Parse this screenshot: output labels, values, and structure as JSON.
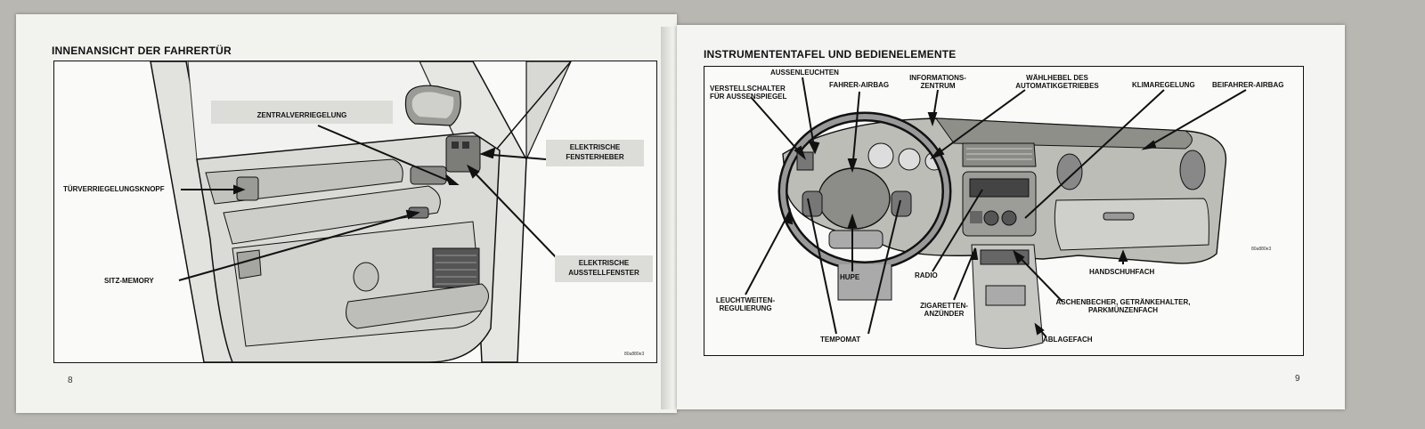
{
  "left_page": {
    "heading": "INNENANSICHT DER FAHRERTÜR",
    "labels": {
      "zentralverriegelung": "ZENTRALVERRIEGELUNG",
      "fensterheber_1": "ELEKTRISCHE",
      "fensterheber_2": "FENSTERHEBER",
      "tuerverriegelung": "TÜRVERRIEGELUNGSKNOPF",
      "ausstellfenster_1": "ELEKTRISCHE",
      "ausstellfenster_2": "AUSSTELLFENSTER",
      "sitz_memory": "SITZ-MEMORY"
    },
    "figure_code": "80a880e3",
    "page_number": "8"
  },
  "right_page": {
    "heading": "INSTRUMENTENTAFEL UND BEDIENELEMENTE",
    "labels": {
      "aussenleuchten": "AUSSENLEUCHTEN",
      "verstellschalter_1": "VERSTELLSCHALTER",
      "verstellschalter_2": "FÜR AUSSENSPIEGEL",
      "fahrer_airbag": "FAHRER-AIRBAG",
      "informationszentrum_1": "INFORMATIONS-",
      "informationszentrum_2": "ZENTRUM",
      "waehlhebel_1": "WÄHLHEBEL DES",
      "waehlhebel_2": "AUTOMATIKGETRIEBES",
      "klimaregelung": "KLIMAREGELUNG",
      "beifahrer_airbag": "BEIFAHRER-AIRBAG",
      "radio": "RADIO",
      "hupe": "HUPE",
      "handschuhfach": "HANDSCHUHFACH",
      "leuchtweiten_1": "LEUCHTWEITEN-",
      "leuchtweiten_2": "REGULIERUNG",
      "zigaretten_1": "ZIGARETTEN-",
      "zigaretten_2": "ANZÜNDER",
      "aschenbecher_1": "ASCHENBECHER, GETRÄNKEHALTER,",
      "aschenbecher_2": "PARKMÜNZENFACH",
      "tempomat": "TEMPOMAT",
      "ablagefach": "ABLAGEFACH"
    },
    "figure_code": "80a880e3",
    "page_number": "9"
  }
}
